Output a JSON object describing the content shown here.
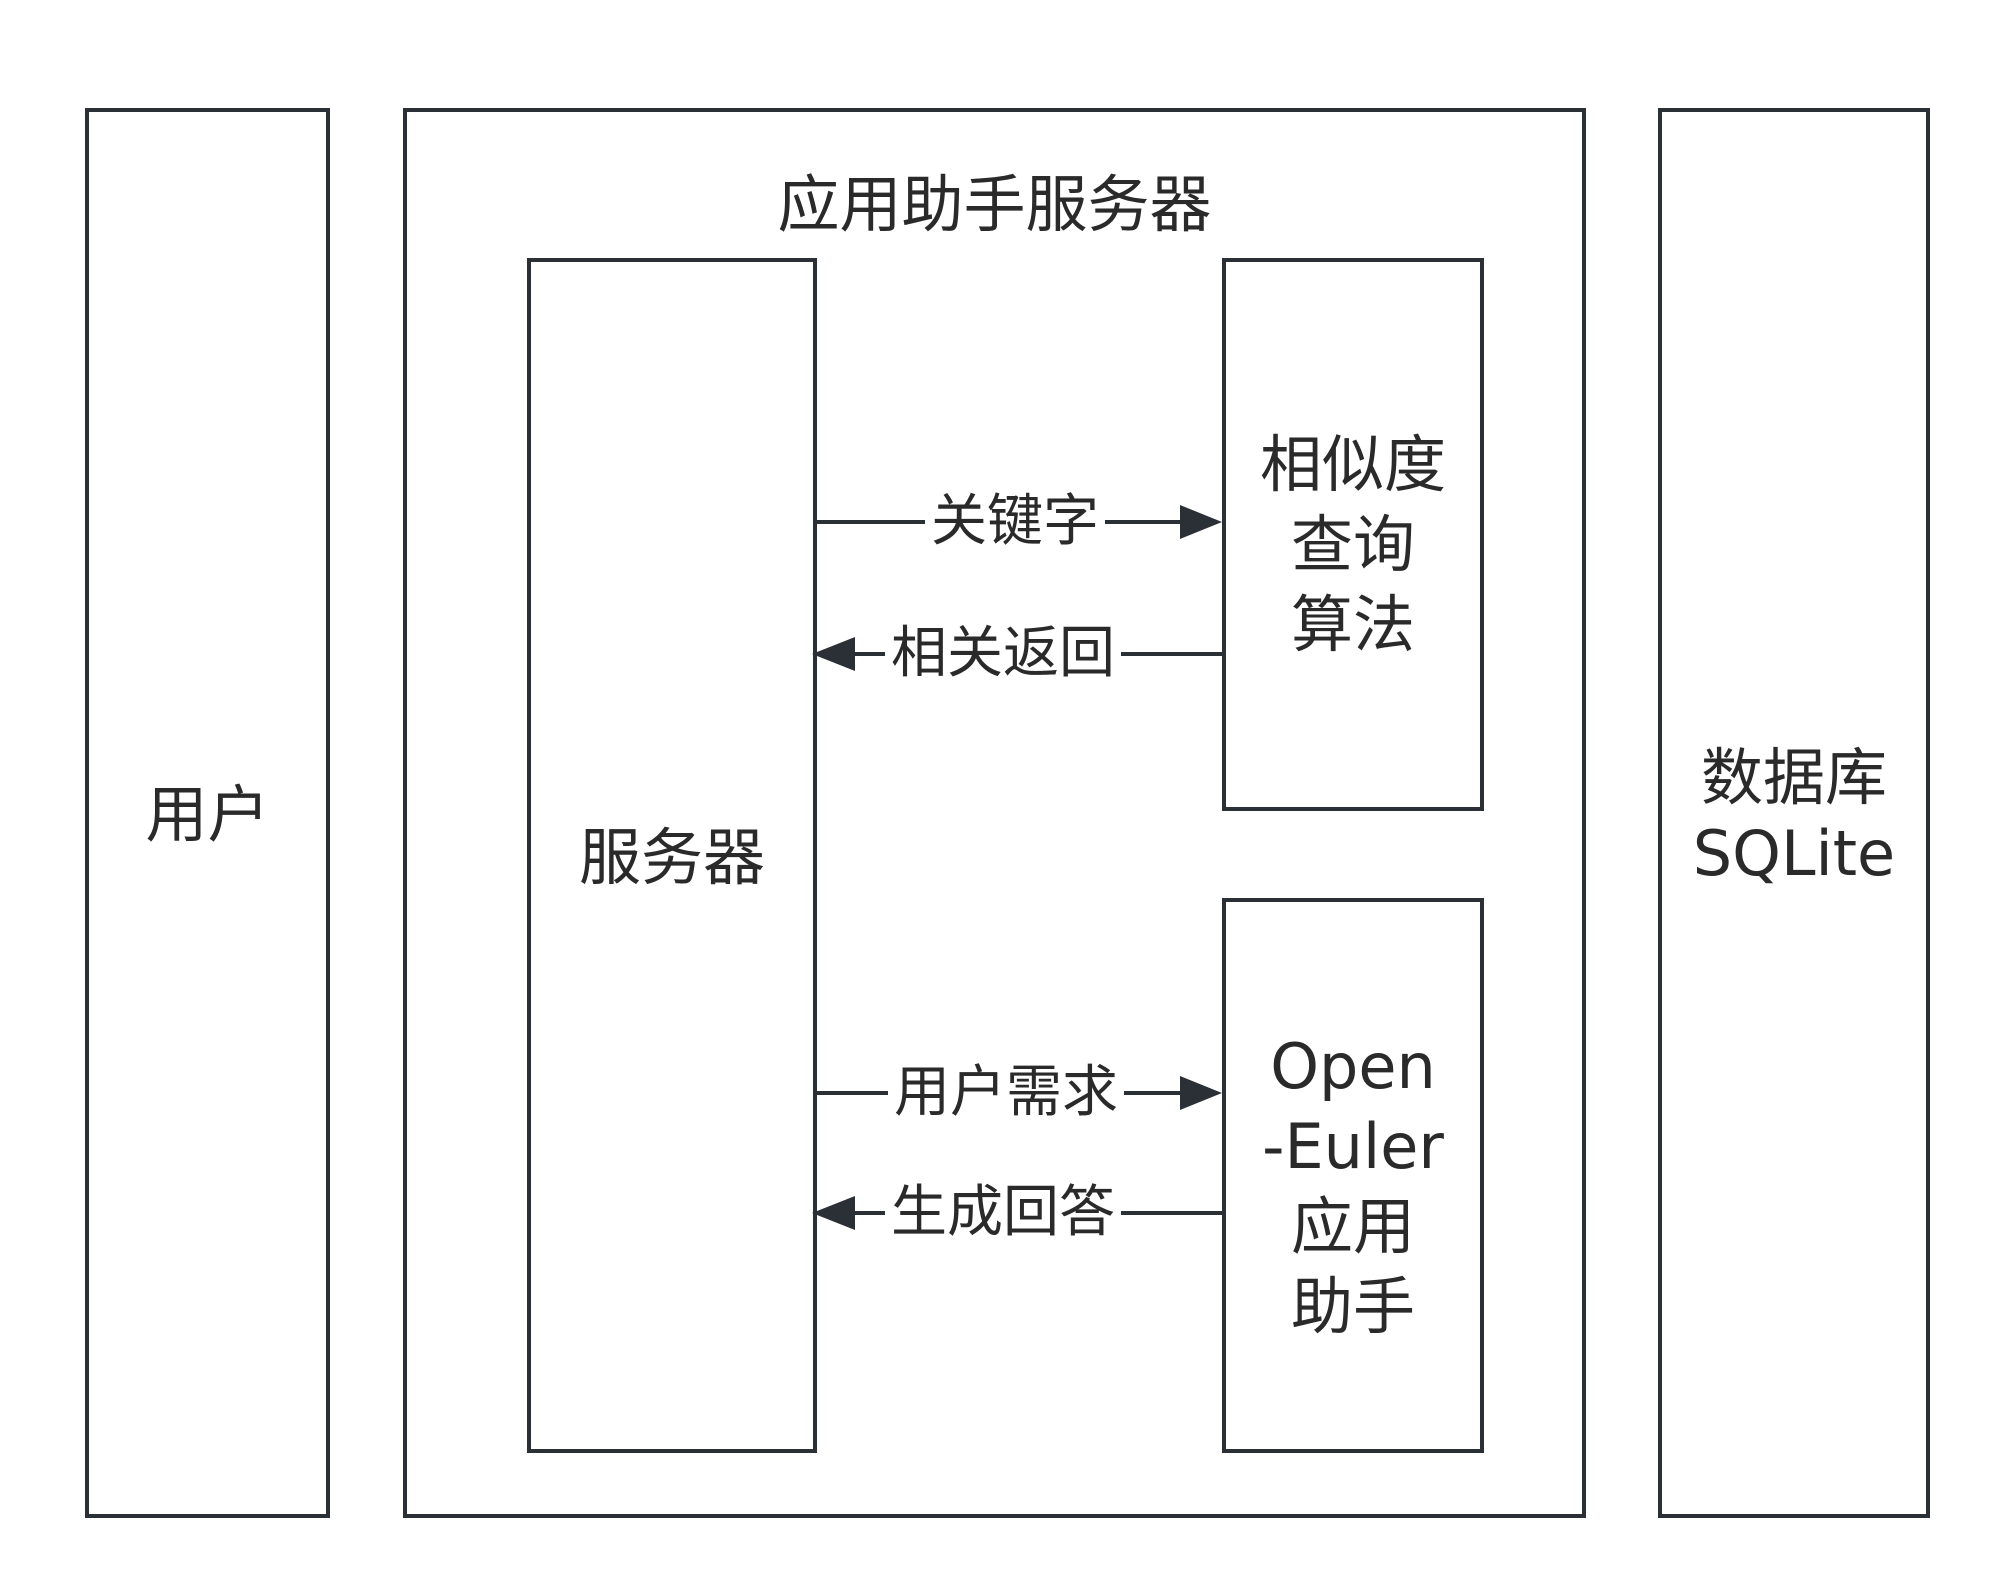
{
  "user_box": {
    "label": "用户"
  },
  "app_server": {
    "title": "应用助手服务器"
  },
  "server_box": {
    "label": "服务器"
  },
  "similarity_box": {
    "label": "相似度\n查询\n算法"
  },
  "assistant_box": {
    "label": "Open\n-Euler\n应用\n助手"
  },
  "database_box": {
    "label": "数据库\nSQLite"
  },
  "arrows": {
    "keyword": "关键字",
    "related_return": "相关返回",
    "user_request": "用户需求",
    "generate_answer": "生成回答"
  },
  "colors": {
    "stroke": "#2b2f36",
    "text": "#2a2a2a",
    "background": "#ffffff"
  }
}
